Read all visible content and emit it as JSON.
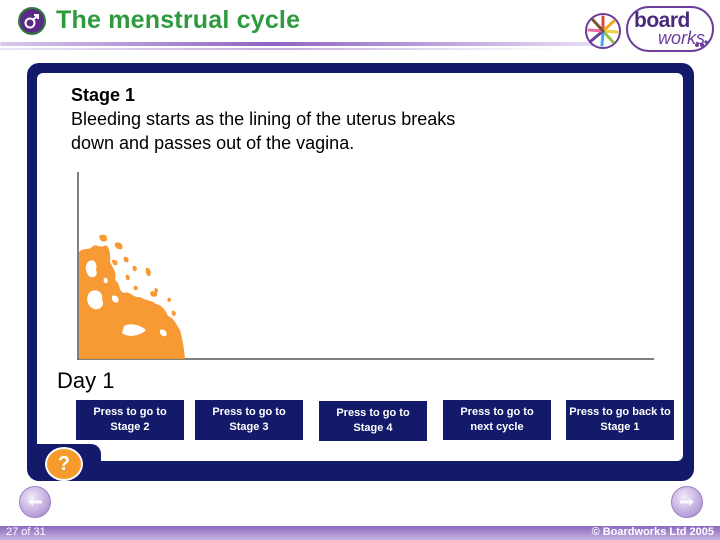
{
  "header": {
    "title": "The menstrual cycle",
    "logo_top": "board",
    "logo_bottom": "works"
  },
  "content": {
    "stage_heading": "Stage 1",
    "stage_text": "Bleeding starts as the lining of the uterus breaks down and passes out of the vagina.",
    "day_label": "Day 1",
    "lining_color": "#f89a34"
  },
  "buttons": [
    {
      "label": "Press to go to\nStage 2"
    },
    {
      "label": "Press to go to\nStage 3"
    },
    {
      "label": "Press to go to\nStage 4"
    },
    {
      "label": "Press to go to\nnext cycle"
    },
    {
      "label": "Press to go back to\nStage 1"
    }
  ],
  "help": {
    "label": "?"
  },
  "footer": {
    "slide_counter": "27 of 31",
    "copyright": "© Boardworks Ltd 2005"
  },
  "icons": {
    "title": "venus-mars-icon",
    "prev": "back-arrow-icon",
    "next": "forward-arrow-icon"
  }
}
